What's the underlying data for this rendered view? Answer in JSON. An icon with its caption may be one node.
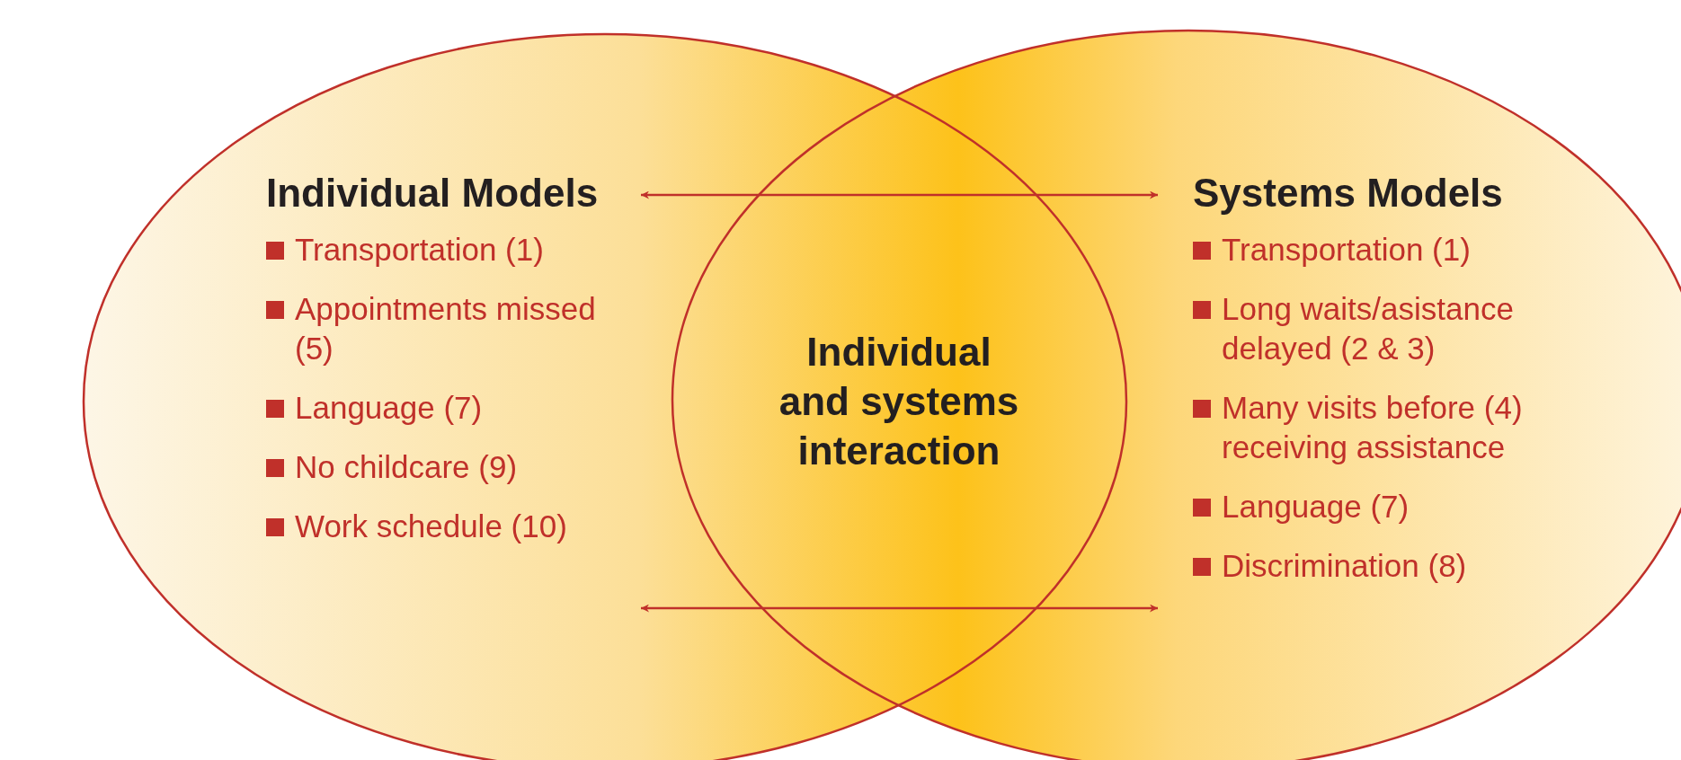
{
  "diagram": {
    "nodes": [
      {
        "text": [],
        "shape": "ellipse"
      },
      {
        "text": [
          "Individual Models",
          "Transportation (1)",
          "Appointments missed (5)",
          "Language (7)",
          "No childcare (9)",
          "Work schedule (10)"
        ],
        "in": 0
      },
      {
        "text": [],
        "shape": "ellipse"
      },
      {
        "text": [
          "Systems Models",
          "Transportation (1)",
          "Long waits/asistance delayed (2 & 3)",
          "Many visits before (4) receiving assistance",
          "Language (7)",
          "Discrimination (8)"
        ],
        "in": 2
      },
      {
        "text": [
          "Individual and systems interaction"
        ]
      }
    ],
    "edges": [
      {
        "from": 1,
        "to": 3,
        "arrow": "both"
      },
      {
        "from": 1,
        "to": 3,
        "arrow": "both"
      }
    ]
  }
}
